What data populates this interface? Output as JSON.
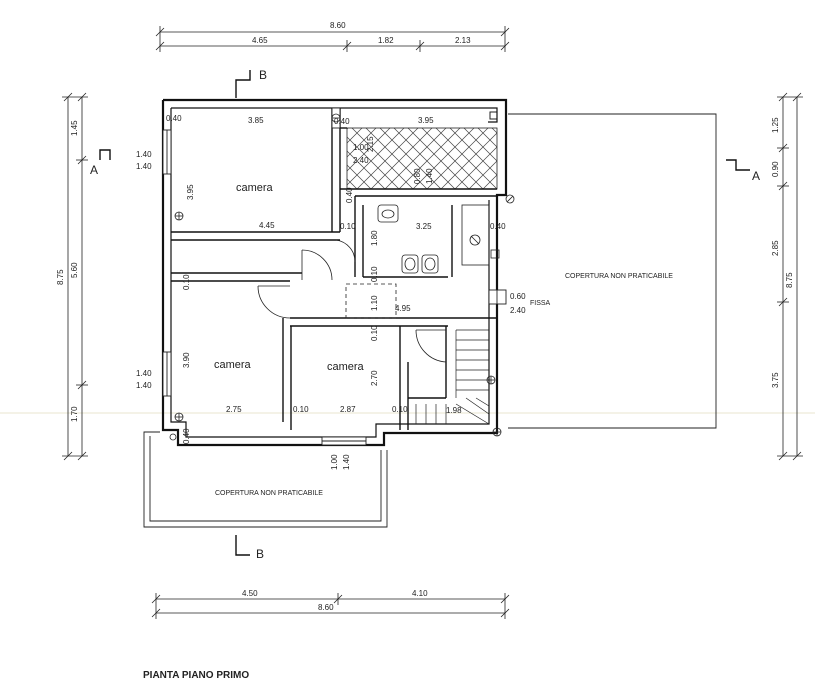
{
  "title": "PIANTA PIANO PRIMO",
  "rooms": {
    "camera_top": "camera",
    "camera_left": "camera",
    "camera_mid": "camera"
  },
  "notes": {
    "copertura_right": "COPERTURA NON PRATICABILE",
    "copertura_bottom": "COPERTURA NON PRATICABILE",
    "fissa": "FISSA"
  },
  "sections": {
    "a": "A",
    "b": "B"
  },
  "dims": {
    "top_total": "8.60",
    "top_1": "4.65",
    "top_2": "1.82",
    "top_3": "2.13",
    "bottom_1": "4.50",
    "bottom_total": "8.60",
    "bottom_2": "4.10",
    "left_total": "8.75",
    "left_1": "1.45",
    "left_2": "5.60",
    "left_3": "1.70",
    "right_1": "1.25",
    "right_2": "0.90",
    "right_3": "2.85",
    "right_total": "8.75",
    "right_4": "3.75",
    "win_w": "1.40",
    "win_h": "1.40",
    "d_040": "0.40",
    "d_385": "3.85",
    "d_395": "3.95",
    "d_100": "1.00",
    "d_240": "2.40",
    "d_215": "2.15",
    "d_080": "0.80",
    "d_445": "4.45",
    "d_010": "0.10",
    "d_325": "3.25",
    "d_180": "1.80",
    "d_110": "1.10",
    "d_495": "4.95",
    "d_060": "0.60",
    "d_390": "3.90",
    "d_270": "2.70",
    "d_275": "2.75",
    "d_287": "2.87",
    "d_198": "1.98"
  }
}
